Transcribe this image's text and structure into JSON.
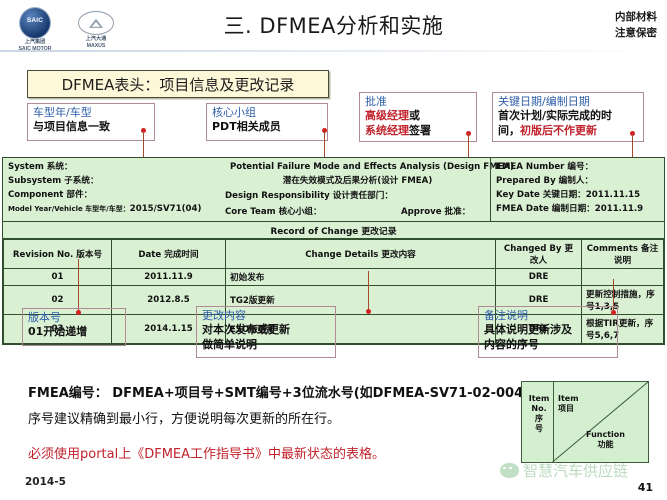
{
  "header": {
    "title": "三. DFMEA分析和实施",
    "logo_primary": "SAIC MOTOR 上汽集团",
    "logo_secondary": "上汽大通 MAXUS",
    "notice_line1": "内部材料",
    "notice_line2": "注意保密"
  },
  "section_title": "DFMEA表头：项目信息及更改记录",
  "callouts": [
    {
      "id": "model-year",
      "title": "车型年/车型",
      "body": "与项目信息一致"
    },
    {
      "id": "core-team",
      "title": "核心小组",
      "body": "PDT相关成员"
    },
    {
      "id": "approve",
      "title": "批准",
      "body_red1": "高级经理",
      "body_blk1": "或",
      "body_red2": "系统经理",
      "body_blk2": "签署"
    },
    {
      "id": "key-date",
      "title": "关键日期/编制日期",
      "body_line1": "首次计划/实际完成的时",
      "body_line2_blk": "间，",
      "body_line2_red": "初版后不作更新"
    },
    {
      "id": "revision-no",
      "title": "版本号",
      "body": "01开始递增"
    },
    {
      "id": "change-detail",
      "title": "更改内容",
      "body_line1": "对本次发布或更新",
      "body_line2": "做简单说明"
    },
    {
      "id": "comments",
      "title": "备注说明",
      "body_line1": "具体说明更新涉及",
      "body_line2": "内容的序号"
    }
  ],
  "fmea_table": {
    "left_col": [
      "System 系统：",
      "Subsystem 子系统：",
      "Component 部件："
    ],
    "model_year_label": "Model Year/Vehicle 车型年/车型：",
    "model_year_value": "2015/SV71(04)",
    "core_team_label": "Core Team 核心小组：",
    "center_title_en": "Potential Failure Mode and Effects Analysis (Design FMEA)",
    "center_title_cn": "潜在失效模式及后果分析(设计 FMEA)",
    "design_responsibility": "Design Responsibility 设计责任部门：",
    "approve_label": "Approve 批准：",
    "right_col": [
      "FMEA Number 编号：",
      "Prepared By 编制人：",
      "Key Date 关键日期：2011.11.15",
      "FMEA Date 编制日期：2011.11.9"
    ],
    "record_of_change_title": "Record of Change 更改记录",
    "change_headers": [
      "Revision No. 版本号",
      "Date 完成时间",
      "Change Details 更改内容",
      "Changed By 更改人",
      "Comments 备注说明"
    ],
    "change_rows": [
      {
        "revision": "01",
        "date": "2011.11.9",
        "details": "初始发布",
        "changed_by": "DRE",
        "comments": ""
      },
      {
        "revision": "02",
        "date": "2012.8.5",
        "details": "TG2版更新",
        "changed_by": "DRE",
        "comments": "更新控制措施，序号1,3,5"
      },
      {
        "revision": "03",
        "date": "2014.1.15",
        "details": "ESO版更新",
        "changed_by": "DRE",
        "comments": "根据TIR更新，序号5,6,7"
      }
    ]
  },
  "bottom_notes": {
    "line1": "FMEA编号： DFMEA+项目号+SMT编号+3位流水号(如DFMEA-SV71-02-004)",
    "line2": "序号建议精确到最小行，方便说明每次更新的所在行。",
    "line3": "必须使用portal上《DFMEA工作指导书》中最新状态的表格。",
    "date": "2014-5"
  },
  "diagram": {
    "item_no_label": "Item No. 序号",
    "item_no_lines": [
      "Item",
      "No.",
      "序",
      "号"
    ],
    "item_label_lines": [
      "Item",
      "项目"
    ],
    "function_label_lines": [
      "Function",
      "功能"
    ]
  },
  "watermark": {
    "text": "智慧汽车供应链"
  },
  "page_number": "41",
  "colors": {
    "table_bg": "#d9f0d3",
    "table_border": "#2f4f2f",
    "callout_border": "#b08a96",
    "callout_title": "#2f5fa8",
    "accent_red": "#c0232c",
    "leader_line": "#a34b2e",
    "title_box_bg": "#fdf8d8"
  }
}
